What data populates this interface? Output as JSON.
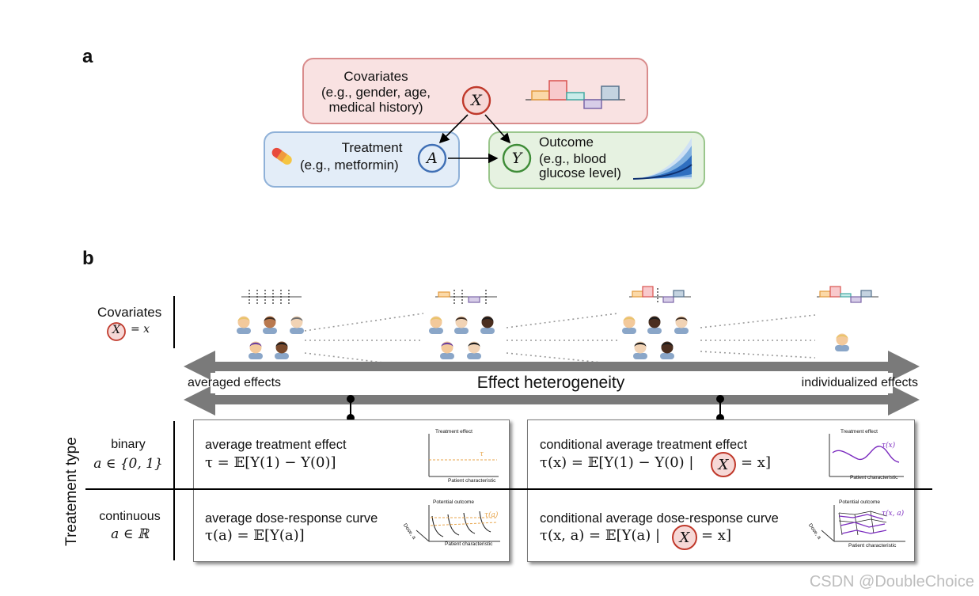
{
  "panel_a": {
    "letter": "a",
    "covariates": {
      "title": "Covariates",
      "line2": "(e.g., gender, age,",
      "line3": "medical history)",
      "node": "X"
    },
    "treatment": {
      "title": "Treatment",
      "line2": "(e.g., metformin)",
      "node": "A"
    },
    "outcome": {
      "title": "Outcome",
      "line2": "(e.g., blood",
      "line3": "glucose level)",
      "node": "Y"
    }
  },
  "panel_b": {
    "letter": "b",
    "covariates_label": "Covariates",
    "covariates_eq": "= x",
    "covariates_node": "X",
    "axis_center": "Effect heterogeneity",
    "axis_left": "averaged effects",
    "axis_right": "individualized effects",
    "treatment_type_label": "Treatement type",
    "binary": {
      "label": "binary",
      "domain": "a ∈ {0, 1}"
    },
    "continuous": {
      "label": "continuous",
      "domain": "a ∈ ℝ"
    },
    "cards": {
      "ate": {
        "title": "average treatment effect",
        "formula": "τ = 𝔼[Y(1) − Y(0)]",
        "plot_ylabel": "Treatment effect",
        "plot_xlabel": "Patient characteristic",
        "plot_curve_label": "τ"
      },
      "cate": {
        "title": "conditional average treatment effect",
        "formula_left": "τ(x) = 𝔼[Y(1) − Y(0) |",
        "formula_node": "X",
        "formula_right": "= x]",
        "plot_ylabel": "Treatment effect",
        "plot_xlabel": "Patient characteristic",
        "plot_curve_label": "τ(x)"
      },
      "adrf": {
        "title": "average dose-response curve",
        "formula": "τ(a) = 𝔼[Y(a)]",
        "plot_ylabel": "Potential outcome",
        "plot_xlabel": "Patient characteristic",
        "plot_zlabel": "Dose, a",
        "plot_curve_label": "τ(a)"
      },
      "cadrf": {
        "title": "conditional average dose-response curve",
        "formula_left": "τ(x, a) = 𝔼[Y(a) |",
        "formula_node": "X",
        "formula_right": "= x]",
        "plot_ylabel": "Potential outcome",
        "plot_xlabel": "Patient characteristic",
        "plot_zlabel": "Dose, a",
        "plot_curve_label": "τ(x, a)"
      }
    }
  },
  "watermark": "CSDN @DoubleChoice",
  "colors": {
    "covariate_fill": "#f9e2e2",
    "covariate_border": "#d98c8c",
    "treatment_fill": "#e3edf8",
    "treatment_border": "#8fb1d8",
    "outcome_fill": "#e6f2e1",
    "outcome_border": "#9ac68c",
    "node_red": "#c0392b",
    "arrow_gray": "#6b6b6b",
    "curve_purple": "#7b2bbf",
    "curve_orange": "#e8a54b"
  }
}
